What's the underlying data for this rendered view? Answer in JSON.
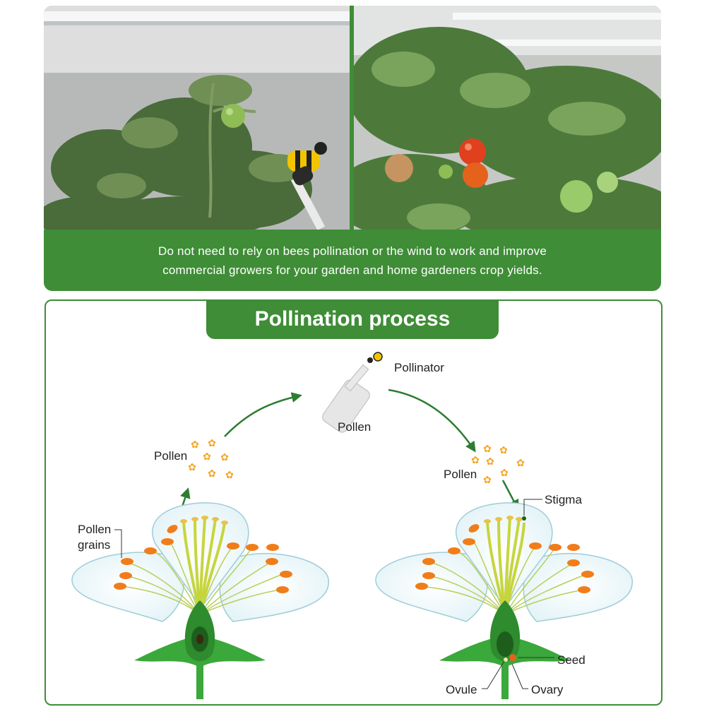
{
  "banner": {
    "caption_line1": "Do not need to rely on bees pollination or the wind to work and improve",
    "caption_line2": "commercial growers for your garden and home gardeners crop yields."
  },
  "process": {
    "title": "Pollination process",
    "labels": {
      "pollinator": "Pollinator",
      "pollen_tool": "Pollen",
      "pollen_left": "Pollen",
      "pollen_right": "Pollen",
      "pollen_grains_1": "Pollen",
      "pollen_grains_2": "grains",
      "stigma": "Stigma",
      "seed": "Seed",
      "ovule": "Ovule",
      "ovary": "Ovary"
    }
  },
  "colors": {
    "brand_green": "#3f8d37",
    "arrow_green": "#2e7d32",
    "anther_orange": "#f07d1a",
    "pollen_orange": "#f5a623",
    "stem_green": "#3aa83a"
  }
}
